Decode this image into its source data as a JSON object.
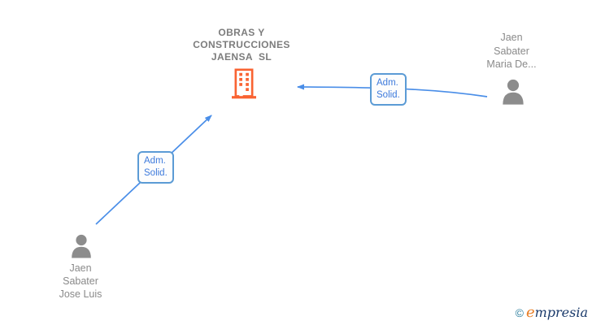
{
  "company": {
    "name_lines": [
      "OBRAS Y",
      "CONSTRUCCIONES",
      "JAENSA  SL"
    ],
    "icon": "building-icon"
  },
  "people": [
    {
      "id": "maria",
      "name_lines": [
        "Jaen",
        "Sabater",
        "Maria De..."
      ],
      "icon": "person-icon"
    },
    {
      "id": "jose",
      "name_lines": [
        "Jaen",
        "Sabater",
        "Jose Luis"
      ],
      "icon": "person-icon"
    }
  ],
  "edges": [
    {
      "from": "maria",
      "to": "company",
      "label_lines": [
        "Adm.",
        "Solid."
      ]
    },
    {
      "from": "jose",
      "to": "company",
      "label_lines": [
        "Adm.",
        "Solid."
      ]
    }
  ],
  "logo": {
    "copyright": "©",
    "first_letter": "e",
    "rest": "mpresia"
  },
  "colors": {
    "building": "#f96332",
    "edge_line": "#4a8ee8",
    "label_border": "#5b9bd5",
    "label_text": "#3d7adc",
    "company_text": "#7c7c7c",
    "person_text": "#8a8a8a",
    "person_icon": "#8c8c8c",
    "logo_copyright": "#2d7f9f",
    "logo_e": "#e87e26",
    "logo_rest": "#1a3a6b"
  }
}
